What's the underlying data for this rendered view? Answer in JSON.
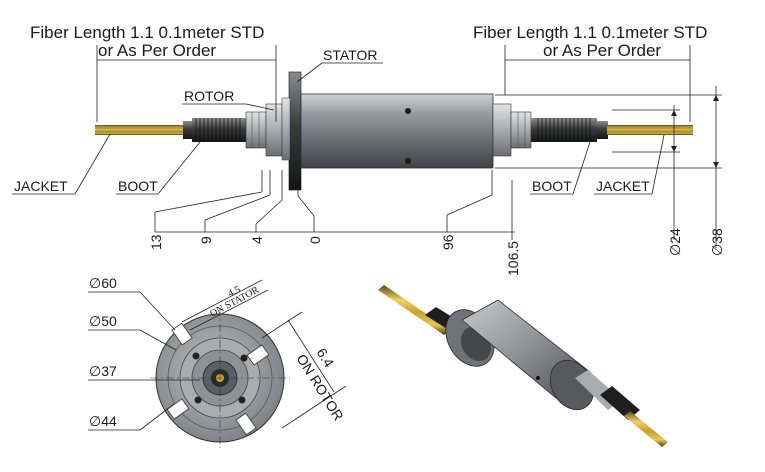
{
  "fiber_note": {
    "left_line1": "Fiber Length 1.1 0.1meter STD",
    "left_line2": "or As Per Order",
    "right_line1": "Fiber Length 1.1 0.1meter STD",
    "right_line2": "or As Per Order"
  },
  "callouts": {
    "stator": "STATOR",
    "rotor": "ROTOR",
    "jacket_left": "JACKET",
    "boot_left": "BOOT",
    "boot_right": "BOOT",
    "jacket_right": "JACKET"
  },
  "axial_dims": {
    "d13": "13",
    "d9": "9",
    "d4": "4",
    "d0": "0",
    "d96": "96",
    "d106_5": "106.5"
  },
  "diameter_dims": {
    "d24": "24",
    "d38": "38"
  },
  "end_view": {
    "d60": "60",
    "d50": "50",
    "d37": "37",
    "d44": "44",
    "slot_width": "4.5",
    "slot_note": "ON STATOR",
    "rotor_dim": "6.4",
    "rotor_note": "ON ROTOR"
  },
  "symbols": {
    "diameter": "∅"
  },
  "colors": {
    "fiber": "#c9a227",
    "body": "#7d8186",
    "dark": "#2c2c2c"
  }
}
